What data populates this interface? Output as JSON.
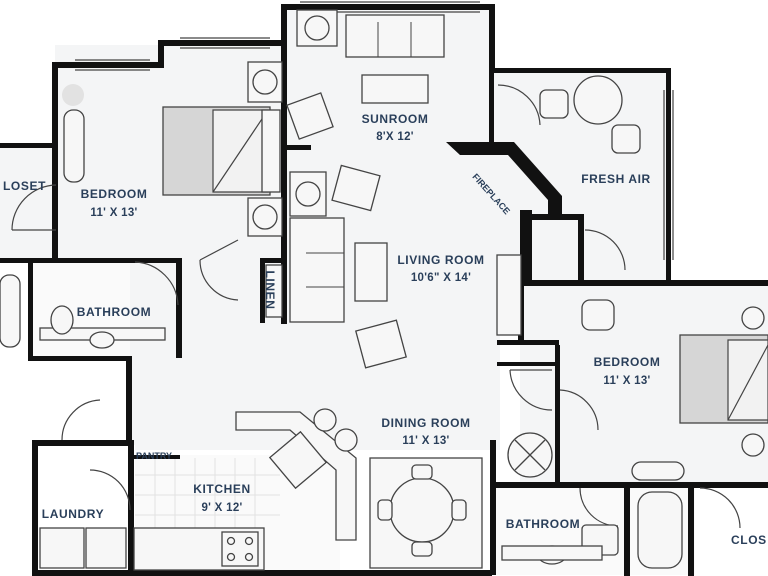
{
  "rooms": {
    "closet_left": {
      "name": "LOSET"
    },
    "bedroom_left": {
      "name": "BEDROOM",
      "size": "11' X 13'"
    },
    "bathroom_left": {
      "name": "BATHROOM"
    },
    "linen": {
      "name": "LINEN"
    },
    "sunroom": {
      "name": "SUNROOM",
      "size": "8'X 12'"
    },
    "fresh_air": {
      "name": "FRESH AIR"
    },
    "fireplace": {
      "name": "FIREPLACE"
    },
    "living_room": {
      "name": "LIVING ROOM",
      "size": "10'6\" X 14'"
    },
    "bedroom_right": {
      "name": "BEDROOM",
      "size": "11' X 13'"
    },
    "dining_room": {
      "name": "DINING ROOM",
      "size": "11' X 13'"
    },
    "pantry": {
      "name": "PANTRY"
    },
    "kitchen": {
      "name": "KITCHEN",
      "size": "9' X 12'"
    },
    "laundry": {
      "name": "LAUNDRY"
    },
    "bathroom_right": {
      "name": "BATHROOM"
    },
    "closet_right": {
      "name": "CLOS"
    }
  },
  "colors": {
    "walls": "#111111",
    "labels": "#2a3f5a",
    "bed": "#d6d6d6"
  }
}
